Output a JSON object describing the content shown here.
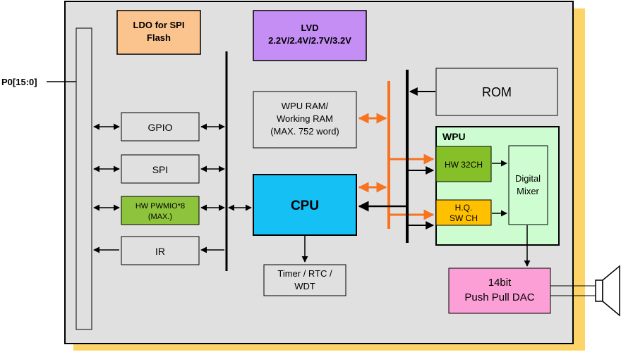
{
  "diagram": {
    "port_label": "P0[15:0]",
    "ldo_line1": "LDO for SPI",
    "ldo_line2": "Flash",
    "lvd_line1": "LVD",
    "lvd_line2": "2.2V/2.4V/2.7V/3.2V",
    "gpio": "GPIO",
    "spi": "SPI",
    "pwm_line1": "HW PWMIO*8",
    "pwm_line2": "(MAX.)",
    "ir": "IR",
    "ram_line1": "WPU RAM/",
    "ram_line2": "Working RAM",
    "ram_line3": "(MAX. 752 word)",
    "cpu": "CPU",
    "timer_line1": "Timer / RTC /",
    "timer_line2": "WDT",
    "rom": "ROM",
    "wpu": "WPU",
    "hw32": "HW 32CH",
    "hq_line1": "H.Q.",
    "hq_line2": "SW CH",
    "mixer_line1": "Digital",
    "mixer_line2": "Mixer",
    "dac_line1": "14bit",
    "dac_line2": "Push Pull DAC"
  },
  "colors": {
    "chip_bg": "#e0e0e0",
    "shadow": "#fdd468",
    "ldo": "#fbc48f",
    "lvd": "#c48ef5",
    "cpu": "#15c0f4",
    "pwm": "#8dc43c",
    "hw32": "#86c028",
    "hq": "#ffc000",
    "wpu_bg": "#ccfcd0",
    "mixer": "#cdfdd1",
    "dac": "#fc9fd6",
    "orange_bus": "#f7731f"
  }
}
